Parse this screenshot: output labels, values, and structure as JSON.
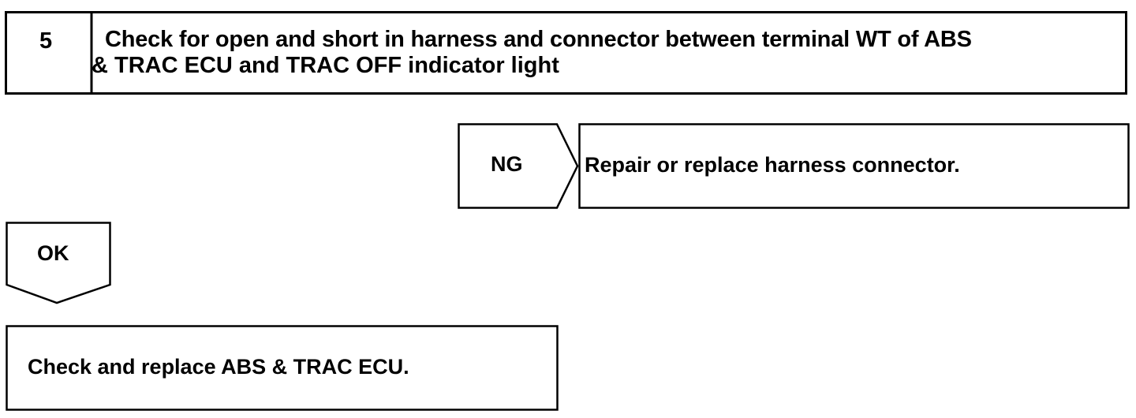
{
  "step": {
    "number": "5",
    "title_line1": "Check for open and short in harness and connector between terminal WT of ABS",
    "title_line2": "& TRAC ECU and TRAC OFF indicator light"
  },
  "ng_branch": {
    "label": "NG",
    "action": "Repair or replace harness connector."
  },
  "ok_branch": {
    "label": "OK",
    "action": "Check and replace ABS & TRAC ECU."
  }
}
